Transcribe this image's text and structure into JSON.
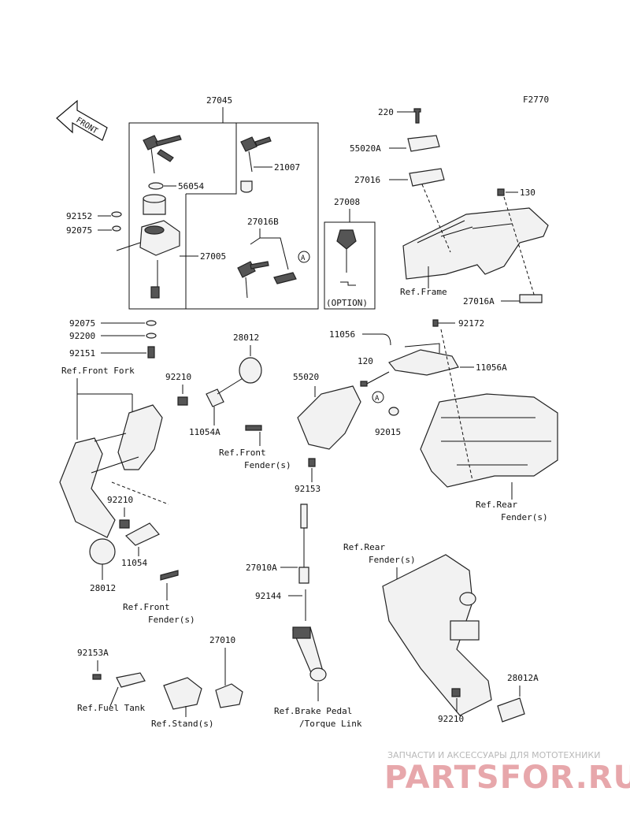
{
  "figure_code": "F2770",
  "front_marker": "FRONT",
  "ref_letter": "A",
  "option_label": "(OPTION)",
  "parts": {
    "p27045": "27045",
    "p56054": "56054",
    "p21007": "21007",
    "p27005": "27005",
    "p27016B": "27016B",
    "p27008": "27008",
    "p92152": "92152",
    "p92075a": "92075",
    "p92075b": "92075",
    "p92200": "92200",
    "p92151": "92151",
    "p220": "220",
    "p55020A": "55020A",
    "p27016": "27016",
    "p130": "130",
    "p27016A": "27016A",
    "p92172": "92172",
    "p11056": "11056",
    "p11056A": "11056A",
    "p120": "120",
    "p55020": "55020",
    "p92015": "92015",
    "p28012a": "28012",
    "p92210a": "92210",
    "p11054A": "11054A",
    "p92153": "92153",
    "p92210b": "92210",
    "p11054": "11054",
    "p28012b": "28012",
    "p27010A": "27010A",
    "p92144": "92144",
    "p92153A": "92153A",
    "p27010": "27010",
    "p28012A": "28012A",
    "p92210c": "92210"
  },
  "refs": {
    "frame": "Ref.Frame",
    "front_fork": "Ref.Front Fork",
    "front_fender_1a": "Ref.Front",
    "front_fender_1b": "Fender(s)",
    "front_fender_2a": "Ref.Front",
    "front_fender_2b": "Fender(s)",
    "rear_fender_1a": "Ref.Rear",
    "rear_fender_1b": "Fender(s)",
    "rear_fender_2a": "Ref.Rear",
    "rear_fender_2b": "Fender(s)",
    "fuel_tank": "Ref.Fuel Tank",
    "stand": "Ref.Stand(s)",
    "brake_a": "Ref.Brake Pedal",
    "brake_b": "/Torque Link"
  },
  "watermark": {
    "tagline": "ЗАПЧАСТИ И АКСЕССУАРЫ ДЛЯ МОТОТЕХНИКИ",
    "logo": "PARTSFOR.RU"
  }
}
